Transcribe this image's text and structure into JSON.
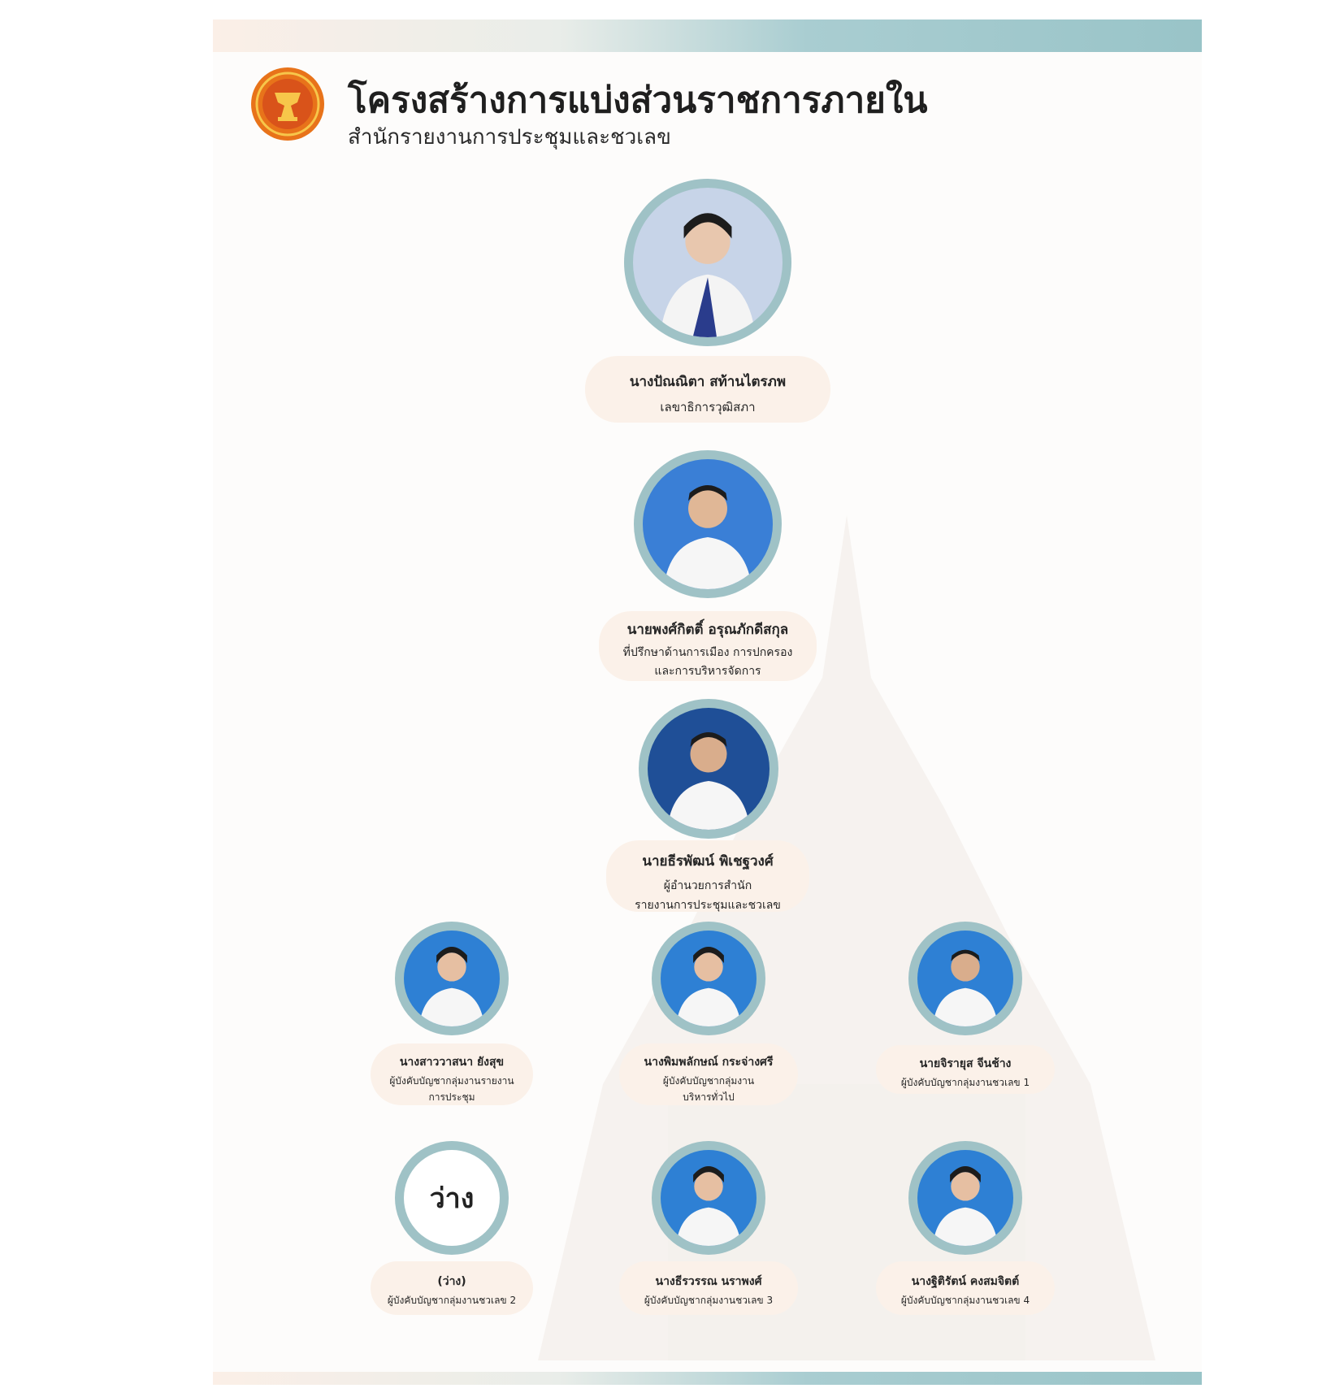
{
  "header": {
    "title": "โครงสร้างการแบ่งส่วนราชการภายใน",
    "subtitle": "สำนักรายงานการประชุมและชวเลข"
  },
  "colors": {
    "ring": "#9fc2c6",
    "card": "#fbf1e9",
    "bar_accent": "#99c4c8",
    "logo_orange": "#e8731a"
  },
  "people": [
    {
      "name": "นางปัณณิตา สท้านไตรภพ",
      "position": "เลขาธิการวุฒิสภา",
      "position2": ""
    },
    {
      "name": "นายพงศ์กิตติ์ อรุณภักดีสกุล",
      "position": "ที่ปรึกษาด้านการเมือง การปกครอง",
      "position2": "และการบริหารจัดการ"
    },
    {
      "name": "นายธีรพัฒน์ พิเชฐวงศ์",
      "position": "ผู้อำนวยการสำนัก",
      "position2": "รายงานการประชุมและชวเลข"
    },
    {
      "name": "นางสาววาสนา ยังสุข",
      "position": "ผู้บังคับบัญชากลุ่มงานรายงาน",
      "position2": "การประชุม"
    },
    {
      "name": "นางพิมพลักษณ์ กระจ่างศรี",
      "position": "ผู้บังคับบัญชากลุ่มงาน",
      "position2": "บริหารทั่วไป"
    },
    {
      "name": "นายจิรายุส จีนช้าง",
      "position": "ผู้บังคับบัญชากลุ่มงานชวเลข 1",
      "position2": ""
    },
    {
      "name": "(ว่าง)",
      "position": "ผู้บังคับบัญชากลุ่มงานชวเลข 2",
      "position2": "",
      "photo_text": "ว่าง"
    },
    {
      "name": "นางธีรวรรณ นราพงศ์",
      "position": "ผู้บังคับบัญชากลุ่มงานชวเลข 3",
      "position2": ""
    },
    {
      "name": "นางฐิติรัตน์ คงสมจิตต์",
      "position": "ผู้บังคับบัญชากลุ่มงานชวเลข 4",
      "position2": ""
    }
  ]
}
